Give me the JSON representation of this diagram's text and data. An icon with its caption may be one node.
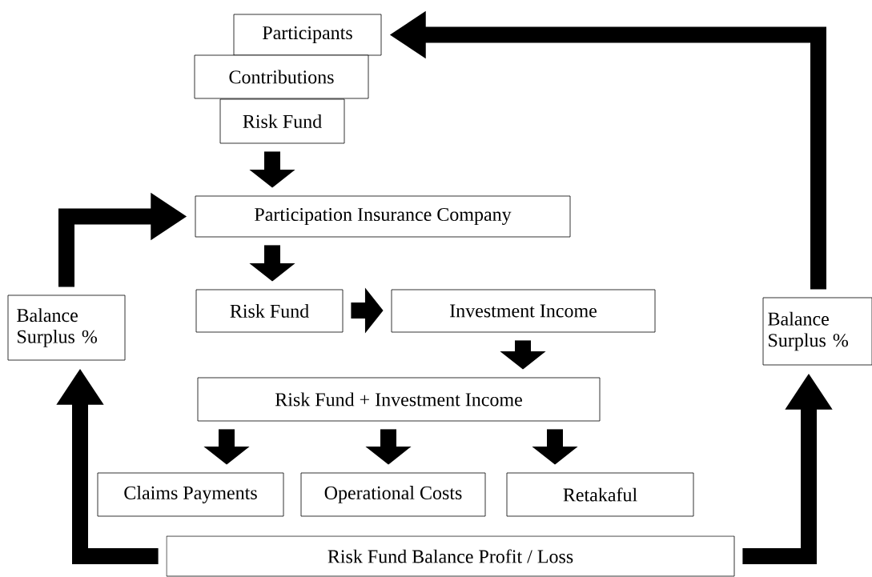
{
  "diagram": {
    "nodes": [
      {
        "text": [
          "Participants"
        ]
      },
      {
        "text": [
          "Contributions"
        ]
      },
      {
        "text": [
          "Risk Fund"
        ]
      },
      {
        "text": [
          "Participation Insurance Company"
        ]
      },
      {
        "text": [
          "Risk Fund"
        ]
      },
      {
        "text": [
          "Investment Income"
        ]
      },
      {
        "text": [
          "Balance Surplus %"
        ]
      },
      {
        "text": [
          "Balance Surplus %"
        ]
      },
      {
        "text": [
          "Risk Fund + Investment Income"
        ]
      },
      {
        "text": [
          "Claims Payments"
        ]
      },
      {
        "text": [
          "Operational Costs"
        ]
      },
      {
        "text": [
          "Retakaful"
        ]
      },
      {
        "text": [
          "Risk Fund Balance Profit / Loss"
        ]
      }
    ],
    "edges": [
      {
        "from": 2,
        "to": 3,
        "arrow": "to"
      },
      {
        "from": 3,
        "to": 4,
        "arrow": "to"
      },
      {
        "from": 4,
        "to": 5,
        "arrow": "to"
      },
      {
        "from": 5,
        "to": 8,
        "arrow": "to"
      },
      {
        "from": 8,
        "to": 9,
        "arrow": "to"
      },
      {
        "from": 8,
        "to": 10,
        "arrow": "to"
      },
      {
        "from": 8,
        "to": 11,
        "arrow": "to"
      },
      {
        "from": 12,
        "to": 6,
        "arrow": "to"
      },
      {
        "from": 6,
        "to": 3,
        "arrow": "to"
      },
      {
        "from": 12,
        "to": 7,
        "arrow": "to"
      },
      {
        "from": 7,
        "to": 0,
        "arrow": "to"
      }
    ]
  }
}
